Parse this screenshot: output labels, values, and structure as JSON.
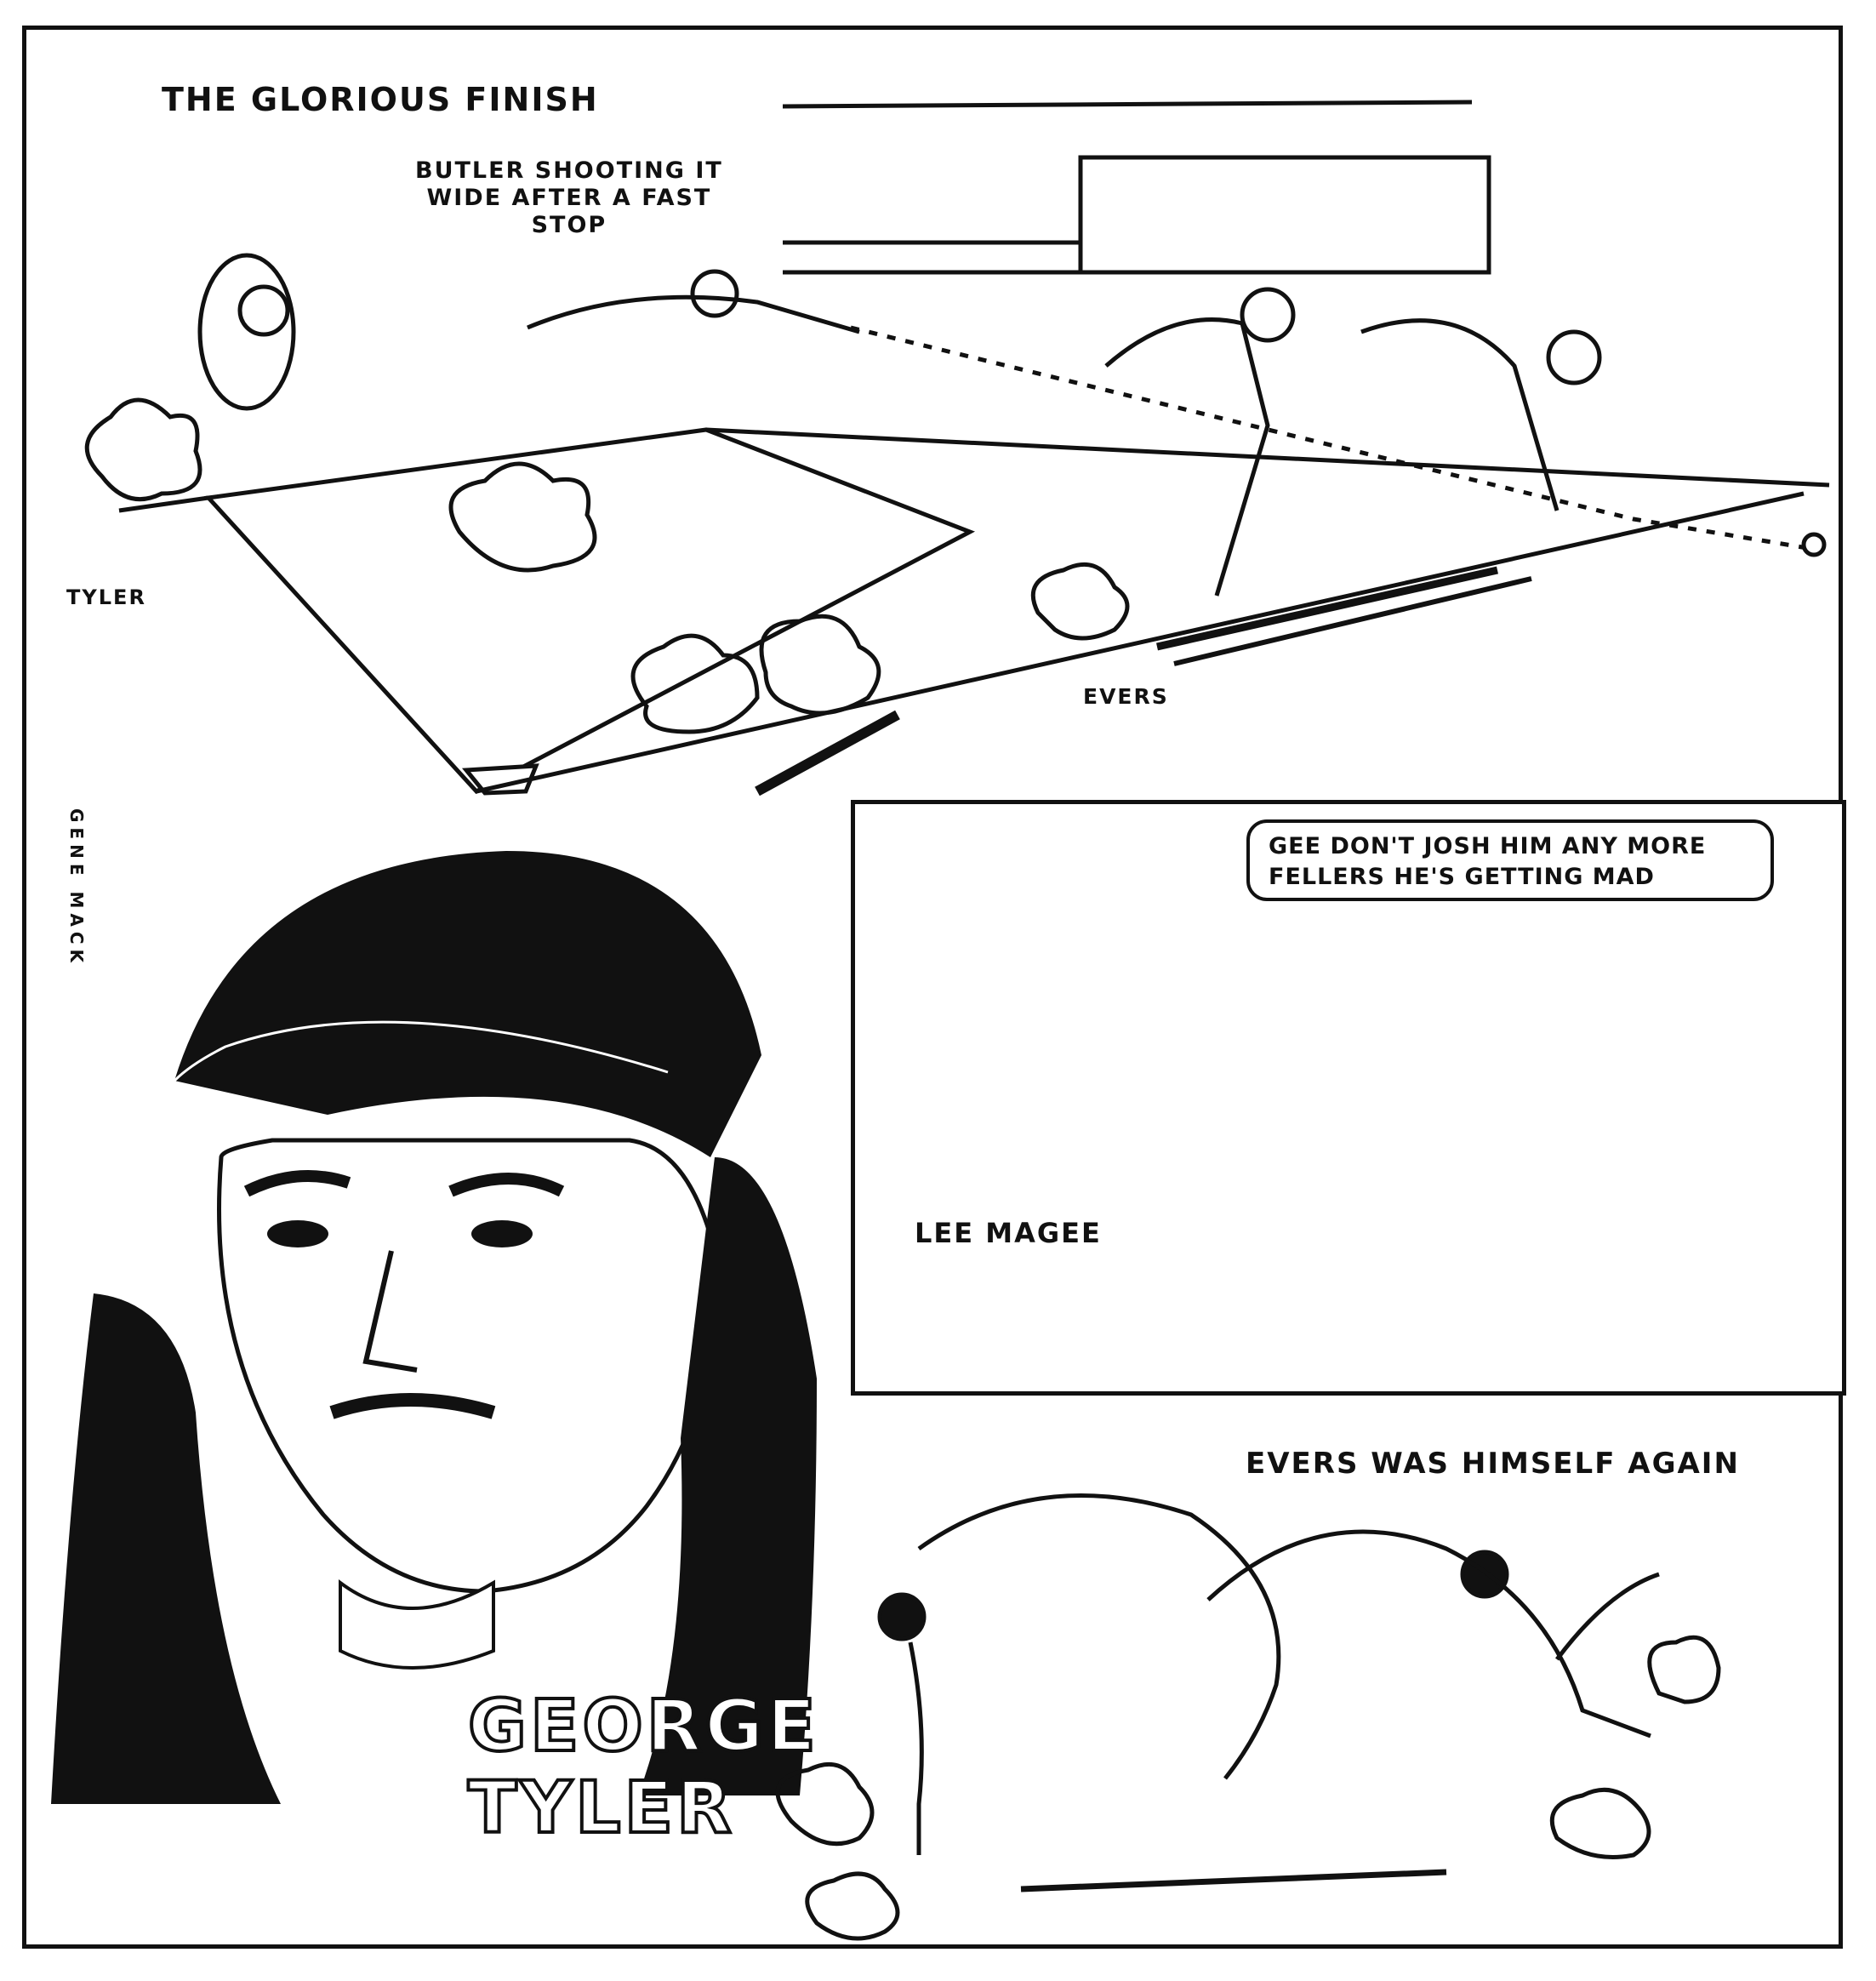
{
  "captions": {
    "title": "THE GLORIOUS FINISH",
    "butler_line1": "BUTLER SHOOTING IT",
    "butler_line2": "WIDE AFTER A FAST",
    "butler_line3": "STOP",
    "tyler_small": "TYLER",
    "evers_small": "EVERS",
    "signature": "GENE MACK",
    "lee_magee": "LEE MAGEE",
    "evers_again": "EVERS WAS HIMSELF AGAIN",
    "george_line1": "GEORGE",
    "george_line2": "TYLER"
  },
  "speech_bubble": {
    "line1": "GEE DON'T JOSH HIM ANY MORE",
    "line2": "FELLERS HE'S GETTING MAD"
  },
  "colors": {
    "ink": "#111111",
    "paper": "#ffffff"
  }
}
